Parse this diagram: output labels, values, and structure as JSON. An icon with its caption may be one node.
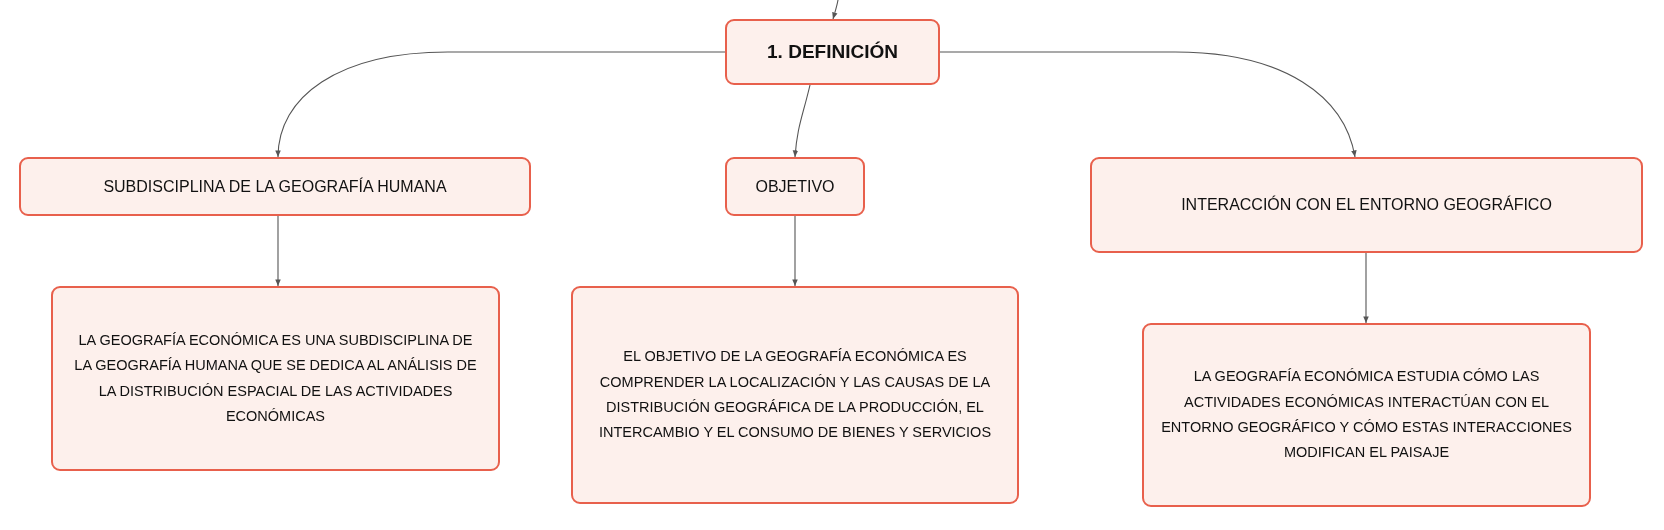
{
  "diagram": {
    "nodes": [
      {
        "text": [
          "1. DEFINICIÓN"
        ]
      },
      {
        "text": [
          "SUBDISCIPLINA DE LA GEOGRAFÍA HUMANA"
        ]
      },
      {
        "text": [
          "OBJETIVO"
        ]
      },
      {
        "text": [
          "INTERACCIÓN CON EL ENTORNO GEOGRÁFICO"
        ]
      },
      {
        "text": [
          "LA GEOGRAFÍA ECONÓMICA ES UNA SUBDISCIPLINA DE LA GEOGRAFÍA HUMANA QUE SE DEDICA AL ANÁLISIS DE LA DISTRIBUCIÓN ESPACIAL DE LAS ACTIVIDADES ECONÓMICAS"
        ]
      },
      {
        "text": [
          "EL OBJETIVO DE LA GEOGRAFÍA ECONÓMICA ES COMPRENDER LA LOCALIZACIÓN Y LAS CAUSAS DE LA DISTRIBUCIÓN GEOGRÁFICA DE LA PRODUCCIÓN, EL INTERCAMBIO Y EL CONSUMO DE BIENES Y SERVICIOS"
        ]
      },
      {
        "text": [
          "LA GEOGRAFÍA ECONÓMICA ESTUDIA CÓMO LAS ACTIVIDADES ECONÓMICAS INTERACTÚAN CON EL ENTORNO GEOGRÁFICO Y CÓMO ESTAS INTERACCIONES MODIFICAN EL PAISAJE"
        ]
      }
    ],
    "edges": [
      {
        "from": null,
        "to": 0,
        "arrow": "to"
      },
      {
        "from": 0,
        "to": 1,
        "arrow": "to"
      },
      {
        "from": 0,
        "to": 2,
        "arrow": "to"
      },
      {
        "from": 0,
        "to": 3,
        "arrow": "to"
      },
      {
        "from": 1,
        "to": 4,
        "arrow": "to"
      },
      {
        "from": 2,
        "to": 5,
        "arrow": "to"
      },
      {
        "from": 3,
        "to": 6,
        "arrow": "to"
      }
    ]
  }
}
